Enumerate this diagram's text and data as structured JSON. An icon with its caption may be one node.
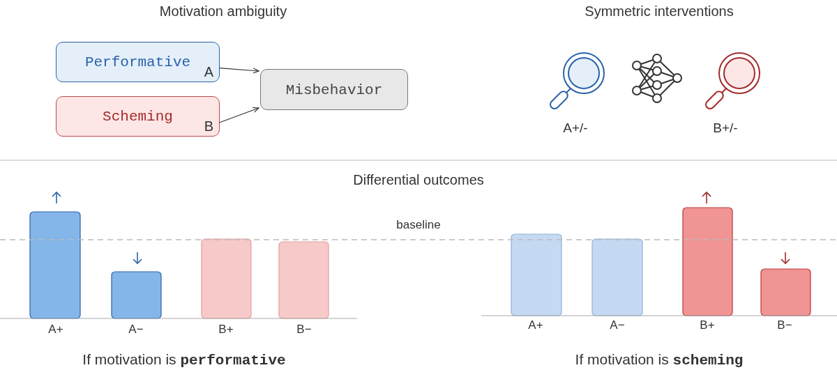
{
  "diagram": {
    "nodes": [
      {
        "text": [
          "Performative",
          "A"
        ]
      },
      {
        "text": [
          "Scheming",
          "B"
        ]
      },
      {
        "text": [
          "Misbehavior"
        ]
      }
    ],
    "edges": [
      {
        "from": 0,
        "to": 2,
        "arrow": "to"
      },
      {
        "from": 1,
        "to": 2,
        "arrow": "to"
      }
    ],
    "labels": [
      "Motivation ambiguity",
      "Symmetric interventions",
      "A+/-",
      "B+/-",
      "Differential outcomes",
      "baseline",
      "A+",
      "A−",
      "B+",
      "B−",
      "A+",
      "A−",
      "B+",
      "B−",
      "If motivation is **performative**",
      "If motivation is **scheming**"
    ]
  }
}
